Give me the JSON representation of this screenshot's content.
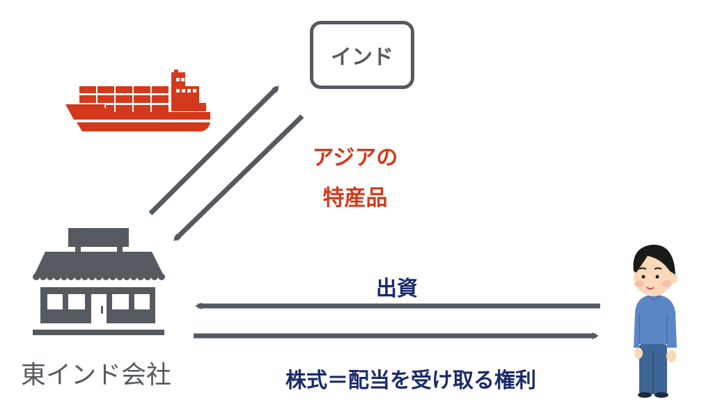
{
  "diagram": {
    "nodes": {
      "india": {
        "label": "インド",
        "icon": "rounded-box"
      },
      "company": {
        "label": "東インド会社",
        "icon": "shop-icon"
      },
      "investor": {
        "icon": "person-icon"
      },
      "ship": {
        "icon": "cargo-ship-icon"
      }
    },
    "edges": {
      "trade_goods": {
        "lines": [
          "アジアの",
          "特産品"
        ]
      },
      "investment": {
        "label": "出資"
      },
      "shares": {
        "label": "株式＝配当を受け取る権利"
      }
    },
    "colors": {
      "dark_gray": "#555a60",
      "accent_red": "#d4391b",
      "navy": "#1b2a6b",
      "shirt_blue": "#5b86c5",
      "pants_blue": "#3d6596",
      "skin": "#f9d9b8",
      "hair": "#1a1a1a"
    }
  }
}
